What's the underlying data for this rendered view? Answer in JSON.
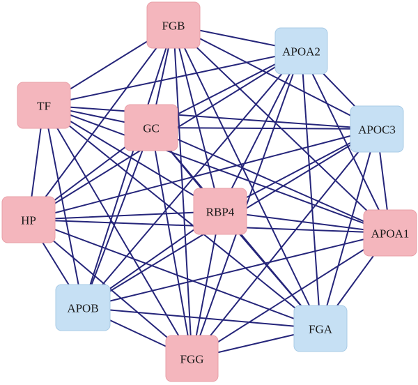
{
  "colors": {
    "edge": "#25257a",
    "node_pink_fill": "#f4b6bd",
    "node_pink_stroke": "#e9a0a8",
    "node_blue_fill": "#c6e0f4",
    "node_blue_stroke": "#a9cbe6",
    "background": "#ffffff"
  },
  "nodes": [
    {
      "id": "FGB",
      "label": "FGB",
      "color": "pink"
    },
    {
      "id": "APOA2",
      "label": "APOA2",
      "color": "blue"
    },
    {
      "id": "TF",
      "label": "TF",
      "color": "pink"
    },
    {
      "id": "GC",
      "label": "GC",
      "color": "pink"
    },
    {
      "id": "APOC3",
      "label": "APOC3",
      "color": "blue"
    },
    {
      "id": "RBP4",
      "label": "RBP4",
      "color": "pink"
    },
    {
      "id": "HP",
      "label": "HP",
      "color": "pink"
    },
    {
      "id": "APOA1",
      "label": "APOA1",
      "color": "pink"
    },
    {
      "id": "APOB",
      "label": "APOB",
      "color": "blue"
    },
    {
      "id": "FGA",
      "label": "FGA",
      "color": "blue"
    },
    {
      "id": "FGG",
      "label": "FGG",
      "color": "pink"
    }
  ],
  "edges": [
    [
      "FGB",
      "APOA2"
    ],
    [
      "FGB",
      "TF"
    ],
    [
      "FGB",
      "GC"
    ],
    [
      "FGB",
      "APOC3"
    ],
    [
      "FGB",
      "RBP4"
    ],
    [
      "FGB",
      "HP"
    ],
    [
      "FGB",
      "APOA1"
    ],
    [
      "FGB",
      "APOB"
    ],
    [
      "FGB",
      "FGA"
    ],
    [
      "FGB",
      "FGG"
    ],
    [
      "APOA2",
      "TF"
    ],
    [
      "APOA2",
      "GC"
    ],
    [
      "APOA2",
      "APOC3"
    ],
    [
      "APOA2",
      "RBP4"
    ],
    [
      "APOA2",
      "HP"
    ],
    [
      "APOA2",
      "APOA1"
    ],
    [
      "APOA2",
      "APOB"
    ],
    [
      "APOA2",
      "FGA"
    ],
    [
      "APOA2",
      "FGG"
    ],
    [
      "TF",
      "GC"
    ],
    [
      "TF",
      "APOC3"
    ],
    [
      "TF",
      "RBP4"
    ],
    [
      "TF",
      "HP"
    ],
    [
      "TF",
      "APOA1"
    ],
    [
      "TF",
      "APOB"
    ],
    [
      "TF",
      "FGA"
    ],
    [
      "TF",
      "FGG"
    ],
    [
      "GC",
      "APOC3"
    ],
    [
      "GC",
      "RBP4"
    ],
    [
      "GC",
      "HP"
    ],
    [
      "GC",
      "APOA1"
    ],
    [
      "GC",
      "APOB"
    ],
    [
      "GC",
      "FGA"
    ],
    [
      "GC",
      "FGG"
    ],
    [
      "APOC3",
      "RBP4"
    ],
    [
      "APOC3",
      "HP"
    ],
    [
      "APOC3",
      "APOA1"
    ],
    [
      "APOC3",
      "APOB"
    ],
    [
      "APOC3",
      "FGA"
    ],
    [
      "APOC3",
      "FGG"
    ],
    [
      "RBP4",
      "HP"
    ],
    [
      "RBP4",
      "APOA1"
    ],
    [
      "RBP4",
      "APOB"
    ],
    [
      "RBP4",
      "FGA"
    ],
    [
      "RBP4",
      "FGG"
    ],
    [
      "HP",
      "APOA1"
    ],
    [
      "HP",
      "APOB"
    ],
    [
      "HP",
      "FGA"
    ],
    [
      "HP",
      "FGG"
    ],
    [
      "APOA1",
      "APOB"
    ],
    [
      "APOA1",
      "FGA"
    ],
    [
      "APOA1",
      "FGG"
    ],
    [
      "APOB",
      "FGA"
    ],
    [
      "APOB",
      "FGG"
    ],
    [
      "FGA",
      "FGG"
    ]
  ]
}
